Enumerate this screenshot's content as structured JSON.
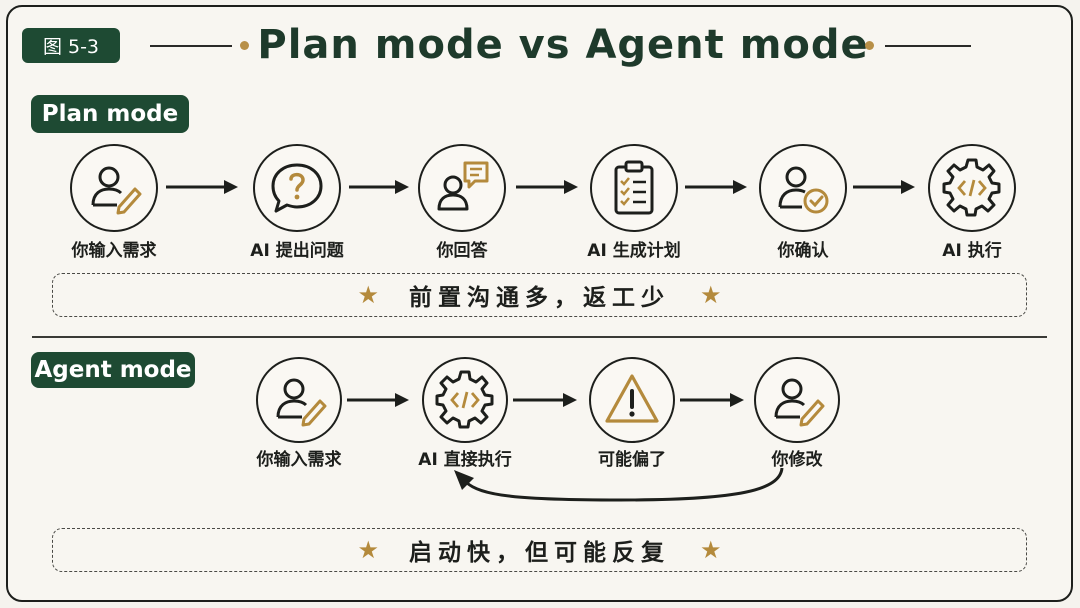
{
  "figure_tag": "图 5-3",
  "title": "Plan mode vs Agent mode",
  "colors": {
    "accent_green": "#1e4a33",
    "accent_gold": "#b48a3c",
    "ink": "#1d1f1c"
  },
  "plan": {
    "label": "Plan mode",
    "steps": [
      {
        "icon": "user-edit-icon",
        "label": "你输入需求"
      },
      {
        "icon": "question-bubble-icon",
        "label": "AI 提出问题"
      },
      {
        "icon": "user-chat-icon",
        "label": "你回答"
      },
      {
        "icon": "clipboard-checklist-icon",
        "label": "AI 生成计划"
      },
      {
        "icon": "user-check-icon",
        "label": "你确认"
      },
      {
        "icon": "gear-code-icon",
        "label": "AI 执行"
      }
    ],
    "note": "前置沟通多，返工少"
  },
  "agent": {
    "label": "Agent mode",
    "steps": [
      {
        "icon": "user-edit-icon",
        "label": "你输入需求"
      },
      {
        "icon": "gear-code-icon",
        "label": "AI 直接执行"
      },
      {
        "icon": "warning-icon",
        "label": "可能偏了"
      },
      {
        "icon": "user-edit-icon",
        "label": "你修改"
      }
    ],
    "note": "启动快，但可能反复"
  }
}
